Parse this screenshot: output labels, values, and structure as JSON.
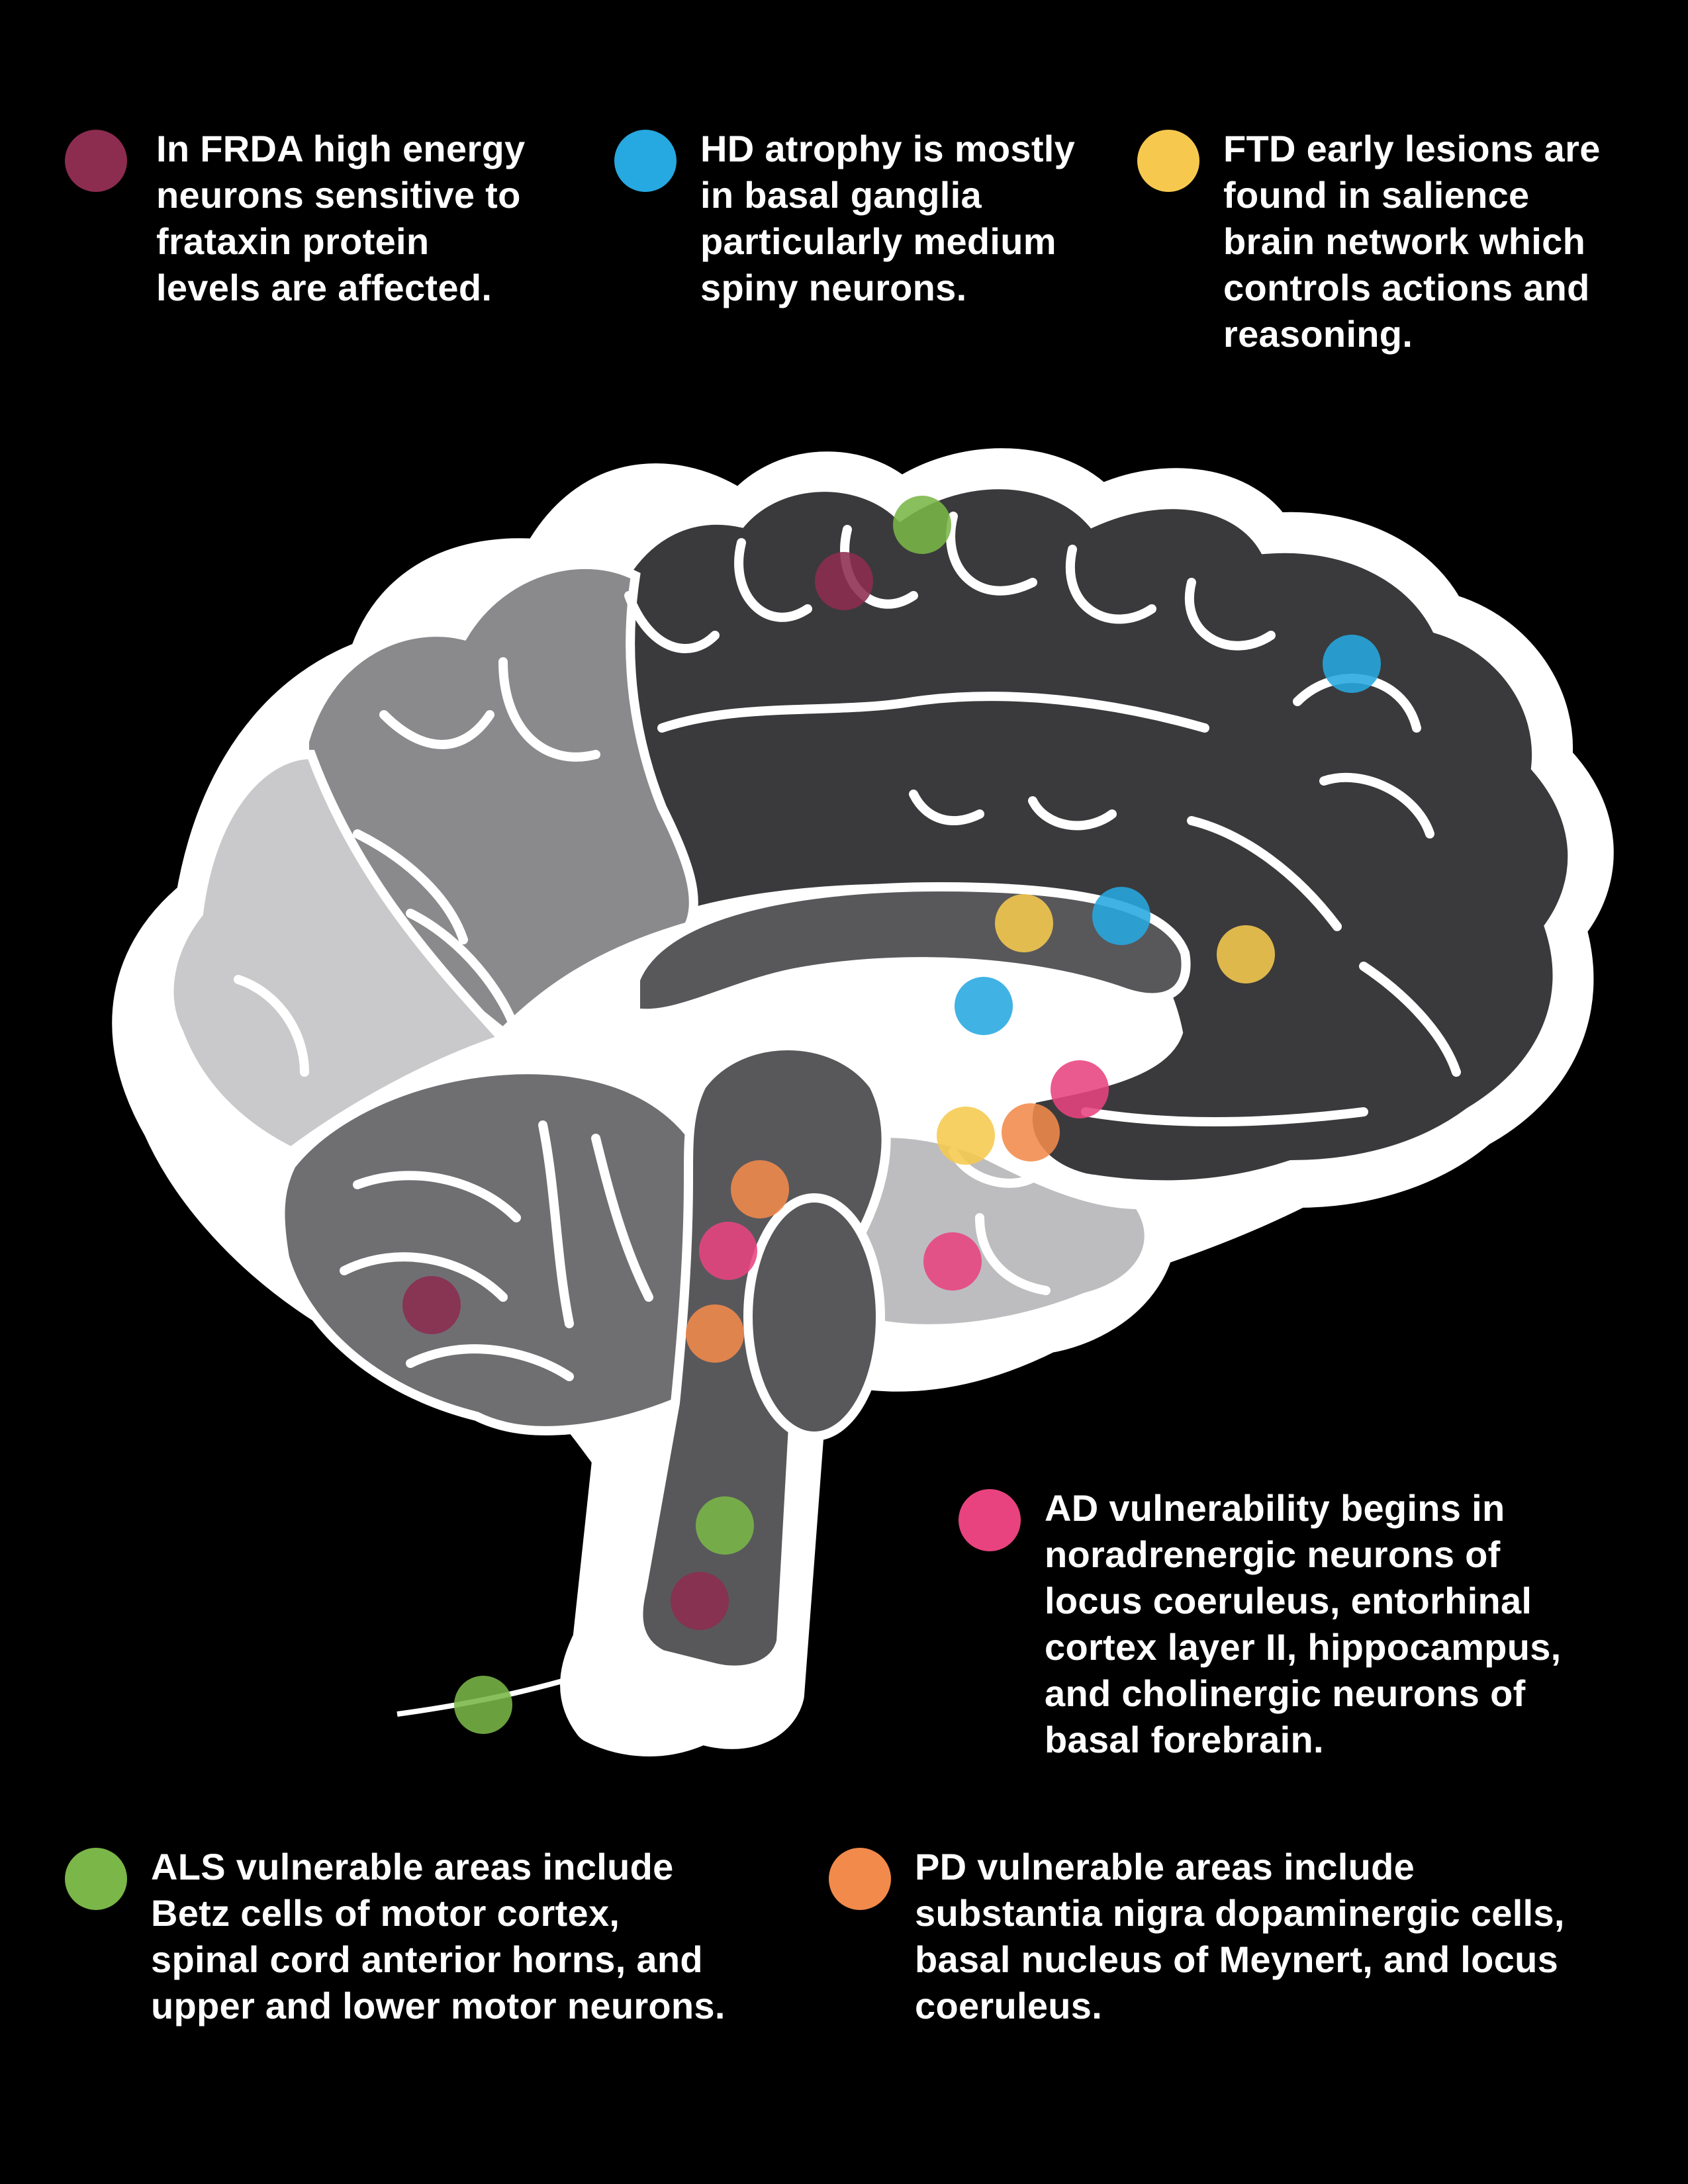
{
  "notes": {
    "frda": {
      "text": "In FRDA high energy\nneurons sensitive to\nfrataxin protein\nlevels are affected.",
      "color": "#8c2c4f"
    },
    "hd": {
      "text": "HD atrophy is mostly\nin basal ganglia\nparticularly medium\nspiny neurons.",
      "color": "#26a8e0"
    },
    "ftd": {
      "text": "FTD early lesions are\nfound in salience\nbrain network which\ncontrols actions and\nreasoning.",
      "color": "#f6c94e"
    },
    "ad": {
      "text": "AD vulnerability begins in\nnoradrenergic neurons of\nlocus coeruleus, entorhinal\ncortex layer II, hippocampus,\nand cholinergic neurons of\nbasal forebrain.",
      "color": "#e8437e"
    },
    "als": {
      "text": "ALS vulnerable areas include\nBetz cells of motor cortex,\nspinal cord anterior horns, and\nupper and lower motor neurons.",
      "color": "#7ab648"
    },
    "pd": {
      "text": "PD vulnerable areas include\nsubstantia nigra dopaminergic cells,\nbasal nucleus of Meynert, and locus\ncoeruleus.",
      "color": "#f28a4b"
    }
  },
  "brain_colors": {
    "outline": "#ffffff",
    "cortex_dark": "#3a3a3c",
    "parietal_mid": "#8a8a8d",
    "occipital_light": "#c9c9cb",
    "cerebellum": "#6f6f72",
    "brainstem": "#58585b",
    "temporal_pale": "#bdbdbf"
  },
  "markers": [
    {
      "disease": "als",
      "region": "motor-cortex"
    },
    {
      "disease": "frda",
      "region": "parietal-cortex"
    },
    {
      "disease": "hd",
      "region": "frontal-cortex"
    },
    {
      "disease": "ftd",
      "region": "corpus-callosum-anterior"
    },
    {
      "disease": "hd",
      "region": "caudate"
    },
    {
      "disease": "ftd",
      "region": "frontal-medial"
    },
    {
      "disease": "hd",
      "region": "basal-ganglia"
    },
    {
      "disease": "ad",
      "region": "basal-forebrain"
    },
    {
      "disease": "ftd",
      "region": "insula"
    },
    {
      "disease": "pd",
      "region": "basal-nucleus-meynert"
    },
    {
      "disease": "pd",
      "region": "substantia-nigra"
    },
    {
      "disease": "ad",
      "region": "locus-coeruleus"
    },
    {
      "disease": "ad",
      "region": "hippocampus"
    },
    {
      "disease": "frda",
      "region": "cerebellum"
    },
    {
      "disease": "pd",
      "region": "locus-coeruleus"
    },
    {
      "disease": "als",
      "region": "brainstem"
    },
    {
      "disease": "frda",
      "region": "medulla"
    },
    {
      "disease": "als",
      "region": "spinal-cord"
    }
  ]
}
